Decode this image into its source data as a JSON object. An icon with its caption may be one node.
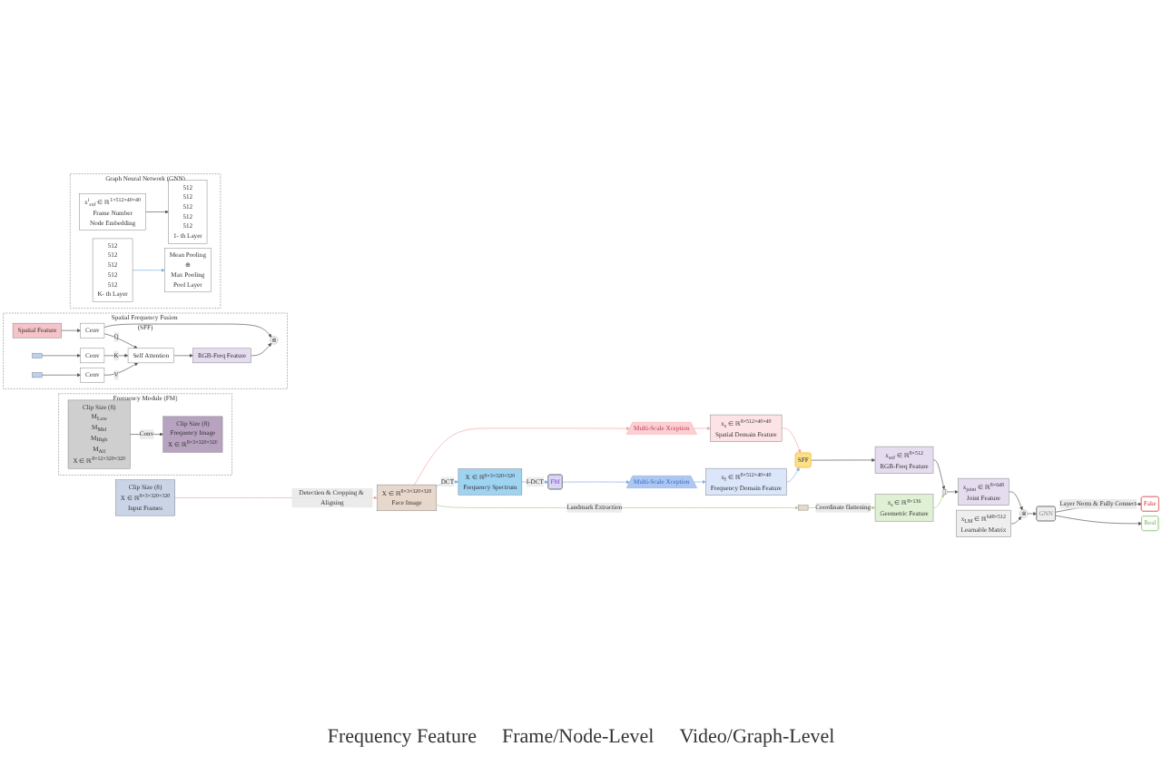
{
  "diagram": {
    "nodes": [
      {
        "text": [
          "Clip Size (8)",
          "X ∈ ℝ$^{8×3×320×320}$",
          "Input Frames"
        ]
      },
      {
        "text": [
          "X ∈ ℝ$^{8×3×320×320}$",
          "Face Image"
        ]
      },
      {
        "text": [],
        "shape": "box"
      },
      {
        "text": [
          "x$_{s}$ ∈ ℝ$^{8×136}$",
          "Geometric Feature"
        ]
      },
      {
        "text": [
          "Multi-Scale Xception"
        ]
      },
      {
        "text": [
          "x$_{s}$ ∈ ℝ$^{8×512×40×40}$",
          "Spatial Domain Feature"
        ]
      },
      {
        "text": [
          "X ∈ ℝ$^{8×3×320×320}$",
          "Frequency Spectrum"
        ]
      },
      {
        "text": [
          "FM"
        ]
      },
      {
        "text": [
          "Multi-Scale Xception"
        ]
      },
      {
        "text": [
          "x$_{f}$ ∈ ℝ$^{8×512×40×40}$",
          "Frequency Domain Feature"
        ]
      },
      {
        "text": [
          "SFF"
        ]
      },
      {
        "text": [
          "x$_{sxf}$ ∈ ℝ$^{8×512}$",
          "RGB-Freq Feature"
        ]
      },
      {
        "text": [
          "||"
        ]
      },
      {
        "text": [
          "x$_{joint}$ ∈ ℝ$^{8×648}$",
          "Joint Feature"
        ]
      },
      {
        "text": [
          "⊗"
        ]
      },
      {
        "text": [
          "x$_{LM}$ ∈ ℝ$^{648×512}$",
          "Learnable Matrix"
        ]
      },
      {
        "text": [
          "GNN"
        ]
      },
      {
        "text": [
          "Fake"
        ]
      },
      {
        "text": [
          "Real"
        ]
      },
      {
        "text": [
          "Frequency Module (FM)"
        ]
      },
      {
        "text": [
          "Clip Size (8)",
          "M$_{Low}$",
          "M$_{Mid}$",
          "M$_{High}$",
          "M$_{All}$",
          "X ∈ ℝ$^{8×12×320×320}$"
        ],
        "in": 19
      },
      {
        "text": [
          "Clip Size (8)",
          "Frequency Image",
          "X ∈ ℝ$^{8×3×320×320}$"
        ],
        "in": 19
      },
      {
        "text": [
          "Spatial Frequency Fusion (SFF)"
        ]
      },
      {
        "text": [
          "Spatial Feature"
        ],
        "in": 22
      },
      {
        "text": [],
        "shape": "box",
        "in": 22
      },
      {
        "text": [],
        "shape": "box",
        "in": 22
      },
      {
        "text": [
          "Conv"
        ],
        "in": 22
      },
      {
        "text": [
          "Conv"
        ],
        "in": 22
      },
      {
        "text": [
          "Conv"
        ],
        "in": 22
      },
      {
        "text": [
          "Self Attention"
        ],
        "in": 22
      },
      {
        "text": [
          "RGB-Freq Feature"
        ],
        "in": 22
      },
      {
        "text": [
          "⊕"
        ],
        "in": 22
      },
      {
        "text": [
          "Graph Neural Network (GNN)"
        ]
      },
      {
        "text": [
          "x$^{i}$$_{sxf}$ ∈ ℝ$^{1×512×40×40}$",
          "Frame Number",
          "Node Embedding"
        ],
        "in": 32
      },
      {
        "text": [
          "512",
          "512",
          "512",
          "512",
          "512",
          "1- th Layer"
        ],
        "in": 32
      },
      {
        "text": [
          "512",
          "512",
          "512",
          "512",
          "512",
          "K- th Layer"
        ],
        "in": 32
      },
      {
        "text": [
          "Mean Pooling",
          "⊕",
          "Max Pooling",
          "Pool Layer"
        ],
        "in": 32
      }
    ],
    "edges": [
      {
        "from": 0,
        "to": 1,
        "arrow": "to",
        "label": "Detection & Cropping & Aligning",
        "color": "#f4a5a5"
      },
      {
        "from": 1,
        "to": 2,
        "arrow": "to",
        "label": "Landmark Extraction",
        "color": "#a8d08d"
      },
      {
        "from": 2,
        "to": 3,
        "arrow": "to",
        "label": "Coordinate flattening",
        "color": "#a8d08d"
      },
      {
        "from": 1,
        "to": 4,
        "arrow": "to",
        "color": "#f4a5a5"
      },
      {
        "from": 4,
        "to": 5,
        "arrow": "to",
        "color": "#f4a5a5"
      },
      {
        "from": 1,
        "to": 6,
        "arrow": "to",
        "label": "DCT",
        "color": "#7aaee8"
      },
      {
        "from": 6,
        "to": 7,
        "arrow": "to",
        "label": "I-DCT",
        "color": "#7aaee8"
      },
      {
        "from": 7,
        "to": 8,
        "arrow": "to",
        "color": "#7aaee8"
      },
      {
        "from": 8,
        "to": 9,
        "arrow": "to",
        "color": "#7aaee8"
      },
      {
        "from": 5,
        "to": 10,
        "arrow": "to",
        "color": "#f4a5a5"
      },
      {
        "from": 9,
        "to": 10,
        "arrow": "to",
        "color": "#7aaee8"
      },
      {
        "from": 10,
        "to": 11,
        "arrow": "to"
      },
      {
        "from": 11,
        "to": 12,
        "arrow": "to"
      },
      {
        "from": 3,
        "to": 12,
        "arrow": "to",
        "color": "#a8d08d"
      },
      {
        "from": 12,
        "to": 13,
        "arrow": "to"
      },
      {
        "from": 13,
        "to": 14,
        "arrow": "to"
      },
      {
        "from": 15,
        "to": 14,
        "arrow": "to"
      },
      {
        "from": 14,
        "to": 16,
        "arrow": "to"
      },
      {
        "from": 16,
        "to": 17,
        "arrow": "to",
        "label": "Layer Norm & Fully Connect"
      },
      {
        "from": 16,
        "to": 18,
        "arrow": "to"
      },
      {
        "from": 20,
        "to": 21,
        "arrow": "to",
        "label": "Conv"
      },
      {
        "from": 23,
        "to": 26,
        "arrow": "to"
      },
      {
        "from": 24,
        "to": 27,
        "arrow": "to"
      },
      {
        "from": 25,
        "to": 28,
        "arrow": "to"
      },
      {
        "from": 26,
        "to": 29,
        "arrow": "to",
        "label": "Q"
      },
      {
        "from": 27,
        "to": 29,
        "arrow": "to",
        "label": "K"
      },
      {
        "from": 28,
        "to": 29,
        "arrow": "to",
        "label": "V"
      },
      {
        "from": 29,
        "to": 30,
        "arrow": "to"
      },
      {
        "from": 30,
        "to": 31,
        "arrow": "to"
      },
      {
        "from": 26,
        "to": 31,
        "arrow": "to"
      },
      {
        "from": 33,
        "to": 34,
        "arrow": "to"
      },
      {
        "from": 35,
        "to": 36,
        "arrow": "to",
        "color": "#7aaee8"
      }
    ],
    "labels": [
      "Frequency Feature",
      "Frame/Node-Level",
      "Video/Graph-Level"
    ]
  }
}
